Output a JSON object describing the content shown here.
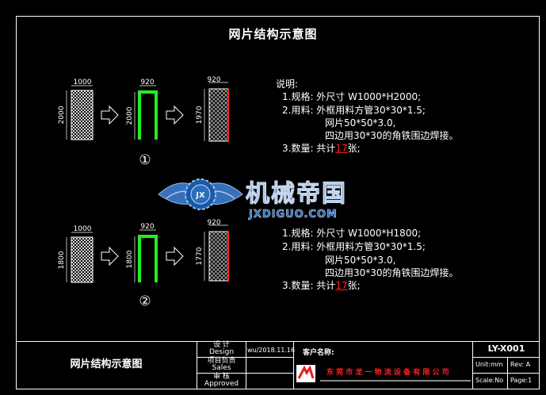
{
  "drawing": {
    "title": "网片结构示意图"
  },
  "figure1": {
    "panel_w": "1000",
    "panel_h": "2000",
    "frame_w": "920",
    "frame_h": "2000",
    "mesh_w": "920",
    "mesh_h": "1970",
    "marker": "①"
  },
  "figure2": {
    "panel_w": "1000",
    "panel_h": "1800",
    "frame_w": "920",
    "frame_h": "1800",
    "mesh_w": "920",
    "mesh_h": "1770",
    "marker": "②"
  },
  "notes1": {
    "heading": "说明:",
    "l1": "1.规格: 外尺寸 W1000*H2000;",
    "l2": "2.用料: 外框用料方管30*30*1.5;",
    "l3": "网片50*50*3.0,",
    "l4": "四边用30*30的角铁围边焊接。",
    "l5_prefix": "3.数量: 共计",
    "l5_qty": "17",
    "l5_suffix": "张;"
  },
  "notes2": {
    "l1": "1.规格: 外尺寸 W1000*H1800;",
    "l2": "2.用料: 外框用料方管30*30*1.5;",
    "l3": "网片50*50*3.0,",
    "l4": "四边用30*30的角铁围边焊接。",
    "l5_prefix": "3.数量: 共计",
    "l5_qty": "17",
    "l5_suffix": "张;"
  },
  "watermark": {
    "text_cn": "机械帝国",
    "text_en": "JXDIGUO.COM",
    "badge": "JX"
  },
  "title_block": {
    "drawing_name": "网片结构示意图",
    "design_cn": "设 计",
    "design_en": "Design",
    "design_date": "wu/2018.11.16",
    "pm_cn": "项目负责",
    "pm_en": "Sales",
    "approve_cn": "审 核",
    "approve_en": "Approved",
    "customer_label": "客户名称:",
    "company": "东 莞 市 龙 一 物 流 设 备 有 限 公 司",
    "drawing_no": "LY-X001",
    "unit": "Unit:mm",
    "rev": "Rev: A",
    "scale": "Scale:No",
    "page": "Page:1"
  },
  "colors": {
    "frame_green": "#22ee22",
    "accent_red": "#ff2020",
    "line_white": "#ffffff",
    "watermark_blue": "#1a5fb0"
  }
}
